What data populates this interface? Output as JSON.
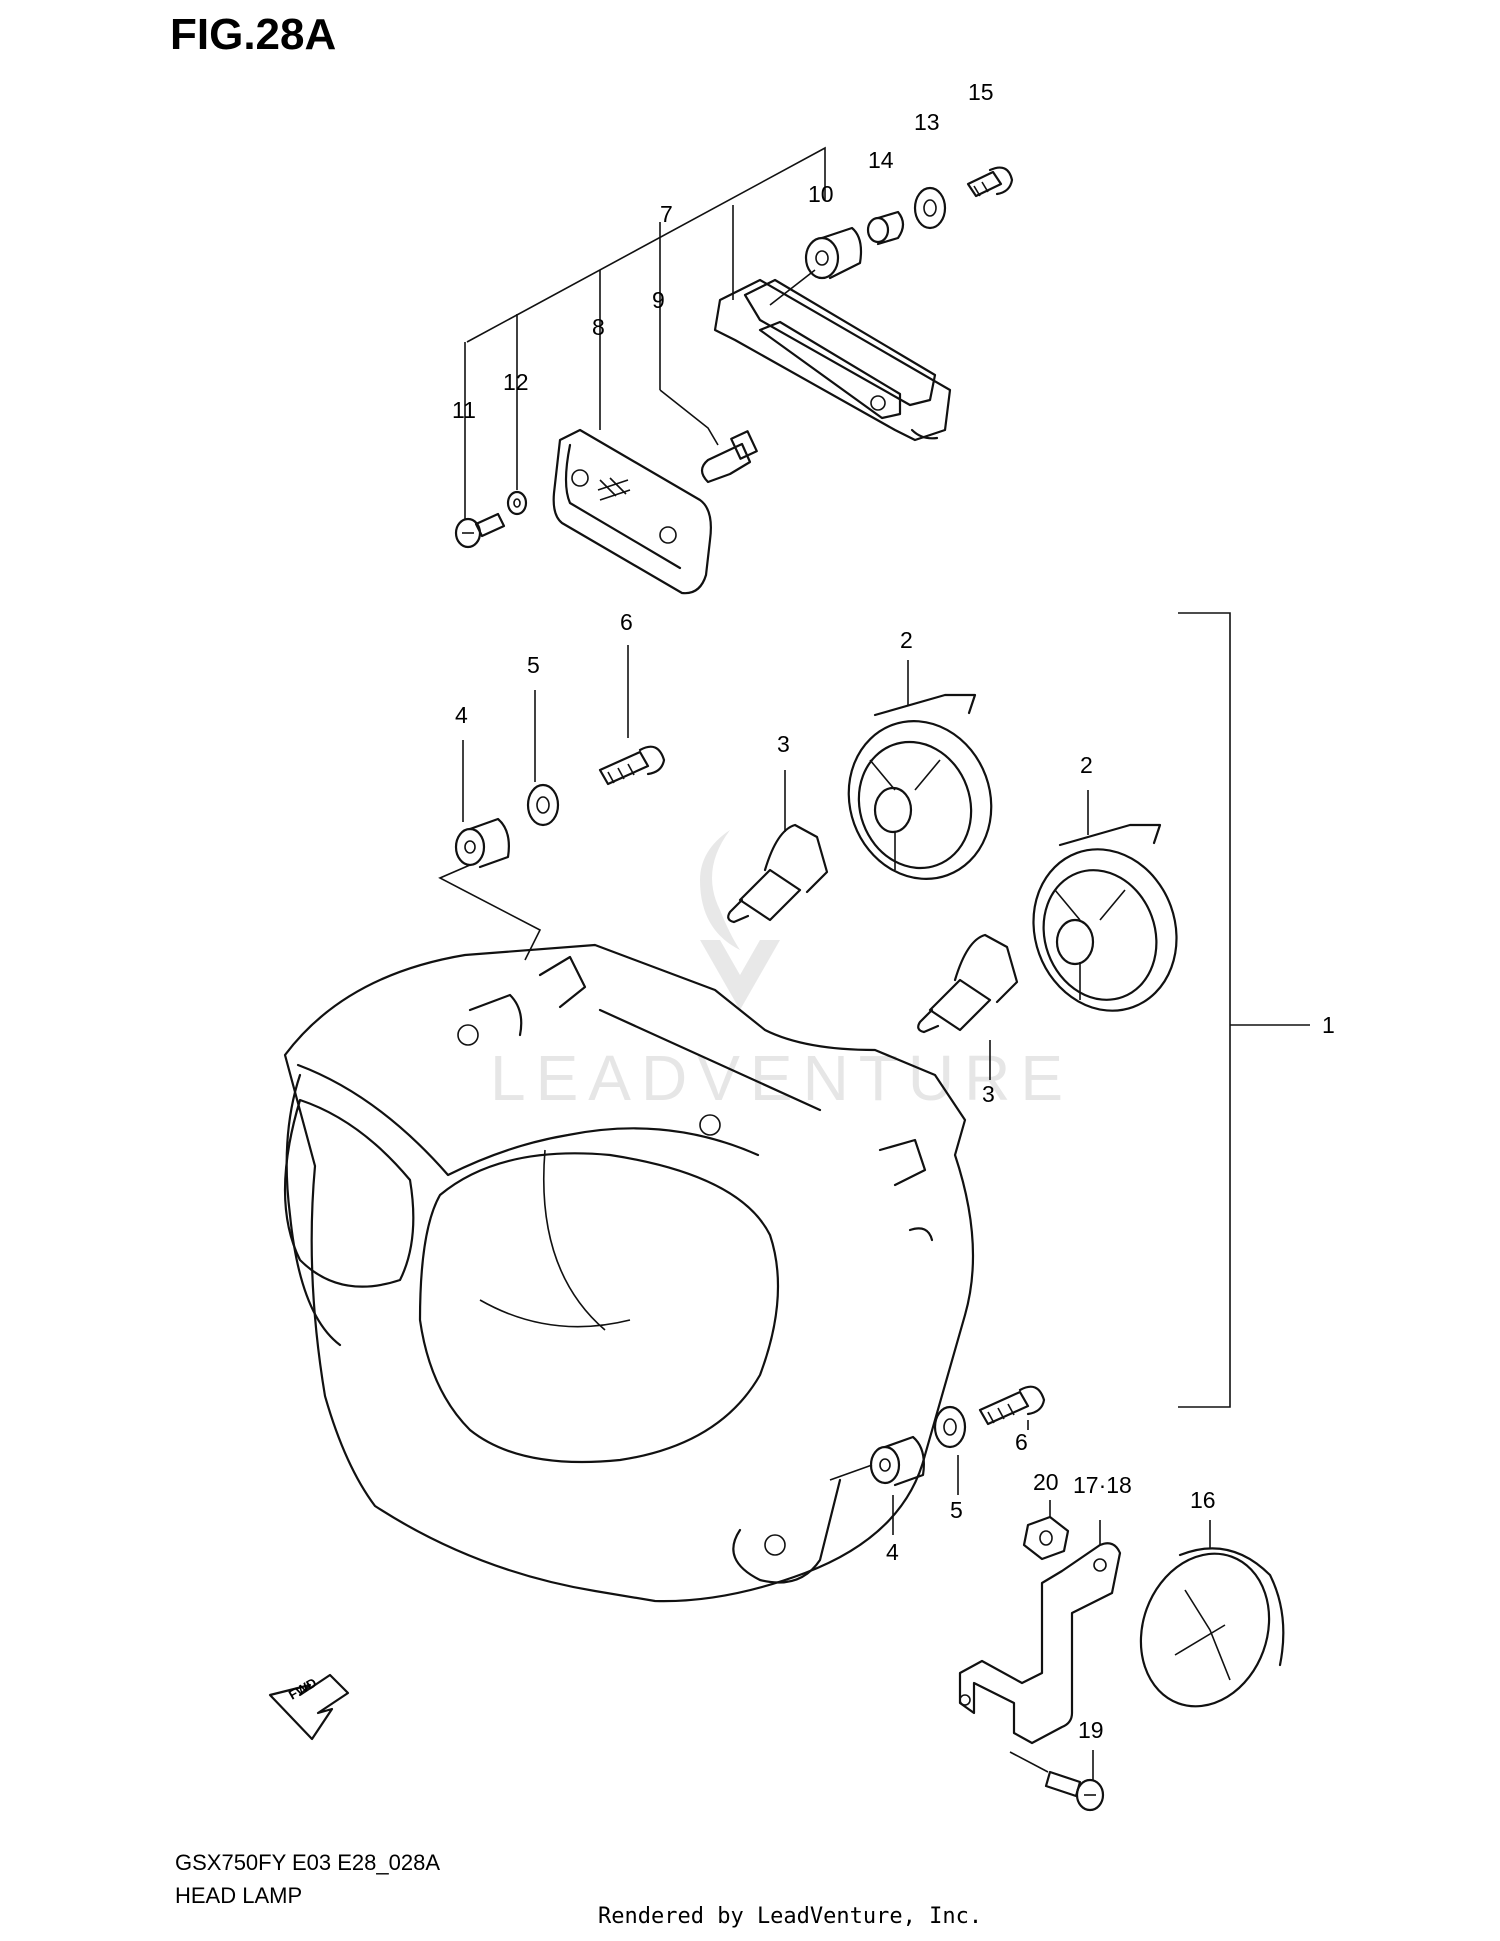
{
  "figure": "FIG.28A",
  "footer": {
    "model_code": "GSX750FY  E03  E28_028A",
    "section_title": "HEAD LAMP",
    "rendered_by": "Rendered by LeadVenture, Inc."
  },
  "watermark": "LEADVENTURE",
  "fwd_label": "FWD",
  "callouts": {
    "c1": "1",
    "c2a": "2",
    "c2b": "2",
    "c3a": "3",
    "c3b": "3",
    "c4a": "4",
    "c4b": "4",
    "c5a": "5",
    "c5b": "5",
    "c6a": "6",
    "c6b": "6",
    "c7": "7",
    "c8": "8",
    "c9": "9",
    "c10": "10",
    "c11": "11",
    "c12": "12",
    "c13": "13",
    "c14": "14",
    "c15": "15",
    "c16": "16",
    "c1718": "17·18",
    "c19": "19",
    "c20": "20"
  }
}
